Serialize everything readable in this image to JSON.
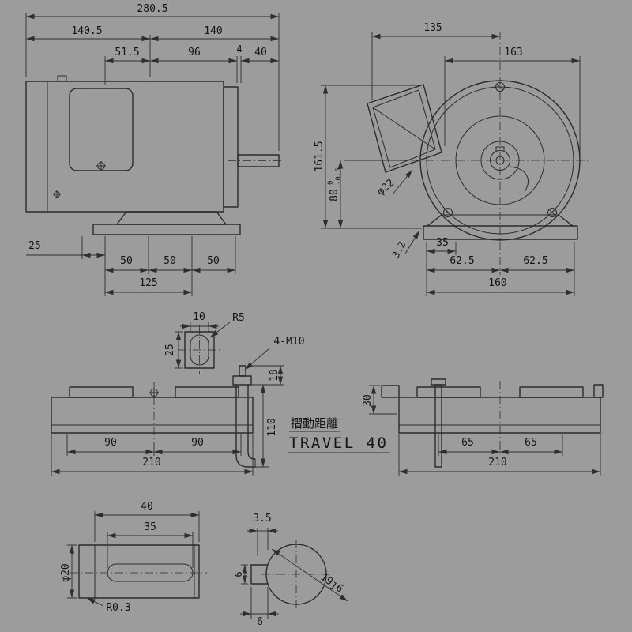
{
  "meta": {
    "drawing_type": "electric motor outline dimension drawing"
  },
  "colors": {
    "background": "#9c9c9c",
    "line": "#2b2b2b",
    "text": "#141414"
  },
  "side_view": {
    "total_length": "280.5",
    "front_section": "140.5",
    "rear_section": "140",
    "box_center_offset": "51.5",
    "body_length": "96",
    "gap": "4",
    "shaft_length": "40",
    "foot_lead": "25",
    "pitch_a": "50",
    "pitch_b": "50",
    "pitch_c": "50",
    "foot_span": "125"
  },
  "front_view": {
    "box_width": "135",
    "overall_width": "163",
    "overall_height": "161.5",
    "shaft_height": "80",
    "shaft_height_tol_upper": "0",
    "shaft_height_tol_lower": "-0.5",
    "conduit_hole": "φ22",
    "pad_gauge": "3.2",
    "slot_offset": "35",
    "foot_half_left": "62.5",
    "foot_half_right": "62.5",
    "foot_span": "160"
  },
  "slot_detail": {
    "slot_width": "10",
    "corner_radius": "R5",
    "slot_length": "25"
  },
  "slide_base_left": {
    "bolt_note": "4-M10",
    "clamp_height": "18",
    "overall_height": "110",
    "pitch_a": "90",
    "pitch_b": "90",
    "overall_length": "210",
    "travel_label_jp": "摺動距離",
    "travel_label_en": "TRAVEL 40"
  },
  "slide_base_right": {
    "rail_height": "30",
    "pitch_a": "65",
    "pitch_b": "65",
    "overall_length": "210"
  },
  "shaft_detail": {
    "shaft_length": "40",
    "key_length": "35",
    "shaft_dia": "φ20",
    "fillet": "R0.3"
  },
  "shaft_section": {
    "key_depth": "3.5",
    "key_height": "6",
    "width_across": "19j6",
    "key_width": "6"
  }
}
